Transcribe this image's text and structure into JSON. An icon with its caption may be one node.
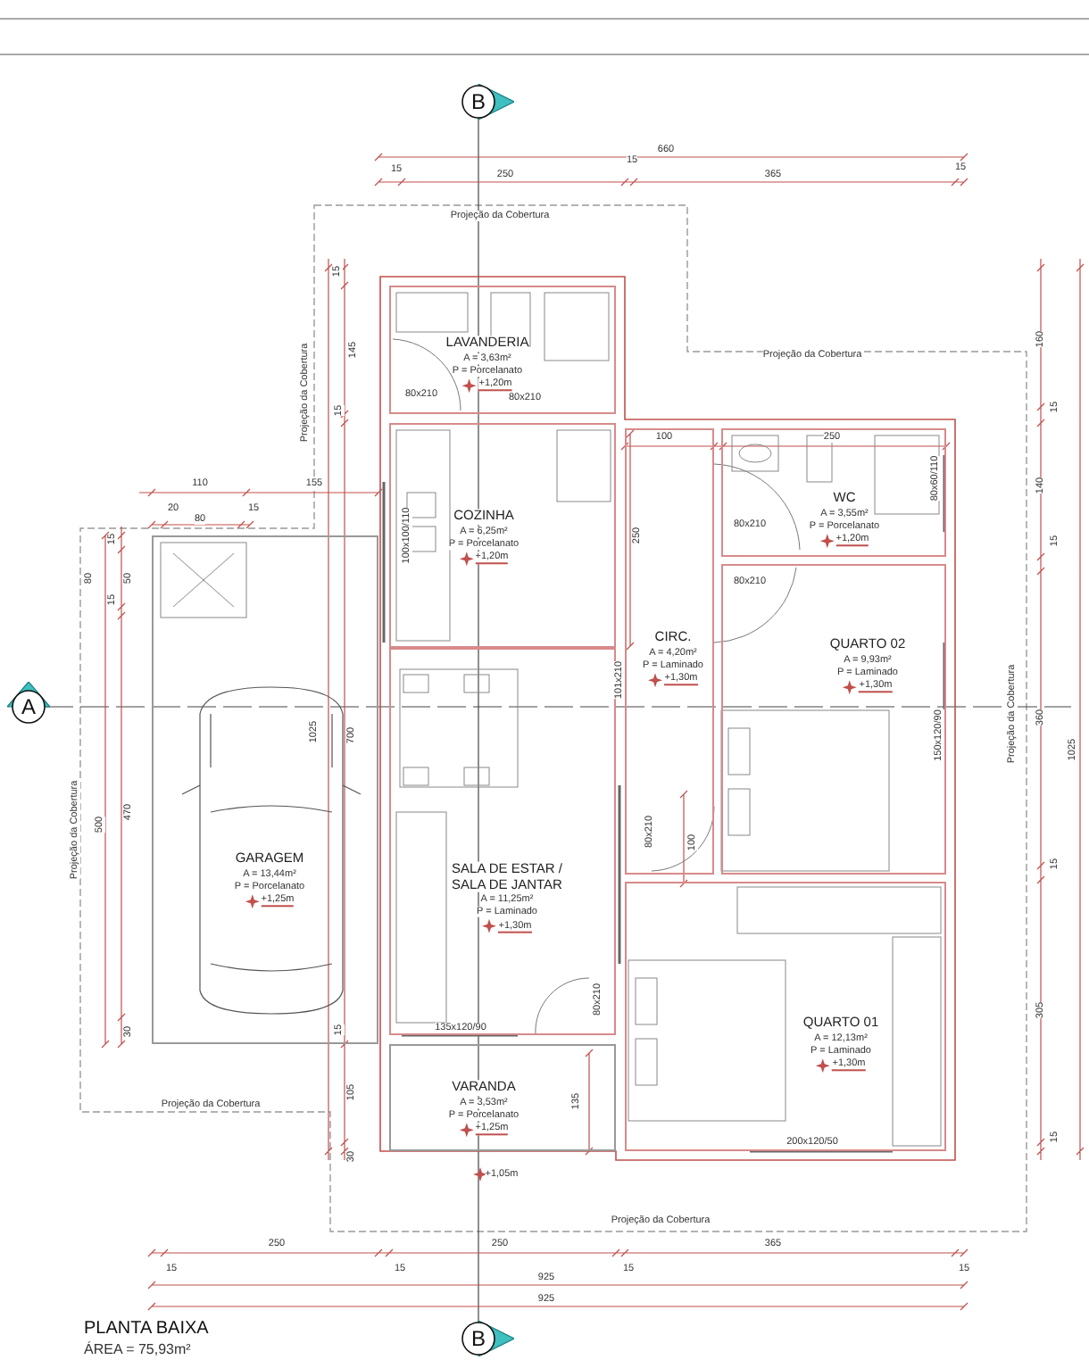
{
  "diagram": {
    "title": "PLANTA BAIXA",
    "nodes": [
      {
        "text": [
          "LAVANDERIA",
          "A = 3,63m²",
          "P = Porcelanato",
          "+1,20m"
        ]
      },
      {
        "text": [
          "COZINHA",
          "A = 6,25m²",
          "P = Porcelanato",
          "+1,20m"
        ]
      },
      {
        "text": [
          "WC",
          "A = 3,55m²",
          "P = Porcelanato",
          "+1,20m"
        ]
      },
      {
        "text": [
          "CIRC.",
          "A = 4,20m²",
          "P = Laminado",
          "+1,30m"
        ]
      },
      {
        "text": [
          "QUARTO 02",
          "A = 9,93m²",
          "P = Laminado",
          "+1,30m"
        ]
      },
      {
        "text": [
          "GARAGEM",
          "A = 13,44m²",
          "P = Porcelanato",
          "+1,25m"
        ]
      },
      {
        "text": [
          "SALA DE ESTAR / SALA DE JANTAR",
          "A = 11,25m²",
          "P = Laminado",
          "+1,30m"
        ]
      },
      {
        "text": [
          "QUARTO 01",
          "A = 12,13m²",
          "P = Laminado",
          "+1,30m"
        ]
      },
      {
        "text": [
          "VARANDA",
          "A = 3,53m²",
          "P = Porcelanato",
          "+1,25m"
        ]
      },
      {
        "text": [
          "B"
        ]
      },
      {
        "text": [
          "A"
        ]
      },
      {
        "text": [
          "B"
        ]
      }
    ],
    "labels": [
      "660",
      "15",
      "250",
      "15",
      "365",
      "15",
      "Projeção da Cobertura",
      "15",
      "145",
      "Projeção da Cobertura",
      "Projeção da Cobertura",
      "160",
      "15",
      "80x210",
      "80x210",
      "15",
      "100",
      "250",
      "140",
      "110",
      "155",
      "20",
      "80",
      "15",
      "100x100/110",
      "250",
      "80x60/110",
      "80x210",
      "15",
      "80",
      "15",
      "50",
      "15",
      "80x210",
      "101x210",
      "1025",
      "700",
      "360",
      "1025",
      "150x120/90",
      "Projeção da Cobertura",
      "Projeção da Cobertura",
      "500",
      "470",
      "80x210",
      "100",
      "15",
      "80x210",
      "305",
      "30",
      "15",
      "135x120/90",
      "Projeção da Cobertura",
      "105",
      "135",
      "200x120/50",
      "30",
      "15",
      "+1,05m",
      "Projeção da Cobertura",
      "250",
      "250",
      "365",
      "15",
      "15",
      "15",
      "15",
      "925",
      "925",
      "ÁREA = 75,93m²"
    ]
  }
}
